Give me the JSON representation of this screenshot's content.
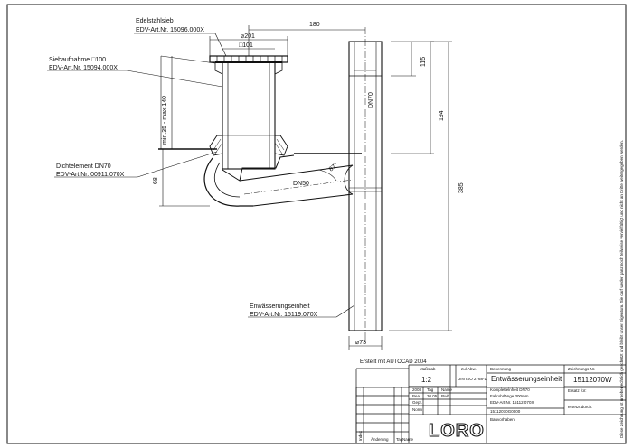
{
  "annotations": {
    "sieb_title": "Edelstahlsieb",
    "sieb_edv": "EDV-Art.Nr. 15096.000X",
    "siebaufnahme_title": "Siebaufnahme □100",
    "siebaufnahme_edv": "EDV-Art.Nr. 15094.000X",
    "dicht_title": "Dichtelement DN70",
    "dicht_edv": "EDV-Art.Nr. 00911.070X",
    "entw_title": "Enwässerungseinheit",
    "entw_edv": "EDV-Art.Nr. 15119.070X"
  },
  "dimensions": {
    "d180": "180",
    "d201": "⌀201",
    "d101": "□101",
    "dn70": "DN70",
    "d115": "115",
    "d194": "194",
    "d385": "385",
    "range": "min.35 - max.140",
    "d68": "68",
    "dn50": "DN50",
    "angle": "87°",
    "d73": "⌀73"
  },
  "side_text": "Diese Zeichnung ist urheberrechtlich geschützt und bleibt unser Eigentum. Sie darf weder ganz noch teilweise vervielfältigt und nicht an Dritte weitergegeben werden.",
  "title_block": {
    "created": "Erstellt mit AUTOCAD 2004",
    "massstab_label": "Maßstab",
    "massstab_value": "1:2",
    "zul_abw_label": "zul.Abw.",
    "zul_abw_value": "DIN ISO 2768-1",
    "benennung_label": "Benennung",
    "benennung_value": "Entwässerungseinheit",
    "zeichnung_label": "Zeichnungs Nr.",
    "zeichnung_value": "15112070W",
    "row_head_date": "2008",
    "row_head_tag": "Tag",
    "row_head_name": "Name",
    "bea_label": "Bea.",
    "bea_date": "30.05.",
    "bea_name": "Rwb",
    "gepr_label": "Gepr.",
    "norm_label": "Norm",
    "desc_line1": "Komplettelnheit DN70",
    "desc_line2": "Fallrohrlänge 300mm",
    "desc_line3": "EDV-Art.Nr. 15112.070X",
    "desc_code": "15112070G0000",
    "ersatz_fuer": "Ersatz für:",
    "ersetzt_durch": "ersetzt durch:",
    "bauvorhaben": "Bauvorhaben",
    "logo": "LORO",
    "index_label": "Index",
    "aenderung_label": "Änderung",
    "tag_label": "Tag",
    "name_label": "Name"
  }
}
